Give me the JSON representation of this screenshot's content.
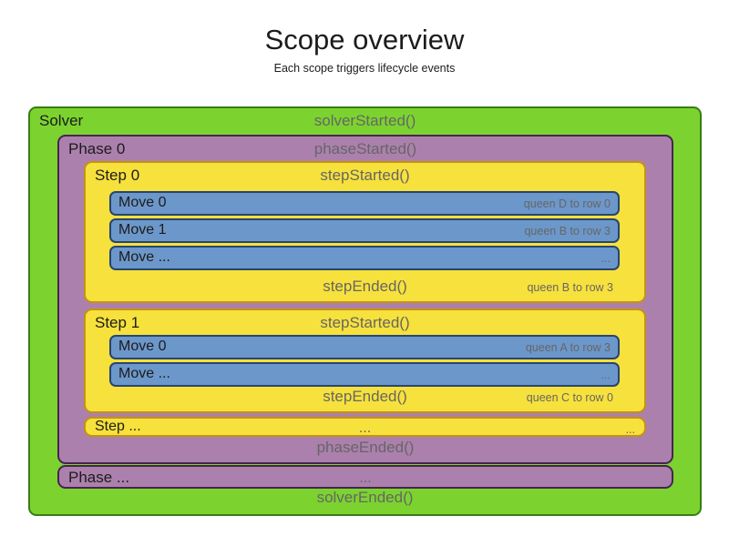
{
  "title": "Scope overview",
  "subtitle": "Each scope triggers lifecycle events",
  "solver": {
    "label": "Solver",
    "started": "solverStarted()",
    "ended": "solverEnded()",
    "phases": [
      {
        "label": "Phase 0",
        "started": "phaseStarted()",
        "ended": "phaseEnded()",
        "steps": [
          {
            "label": "Step 0",
            "started": "stepStarted()",
            "ended": "stepEnded()",
            "ended_note": "queen B to row 3",
            "moves": [
              {
                "label": "Move 0",
                "note": "queen D to row 0"
              },
              {
                "label": "Move 1",
                "note": "queen B to row 3"
              },
              {
                "label": "Move ...",
                "note": "..."
              }
            ]
          },
          {
            "label": "Step 1",
            "started": "stepStarted()",
            "ended": "stepEnded()",
            "ended_note": "queen C to row 0",
            "moves": [
              {
                "label": "Move 0",
                "note": "queen A to row 3"
              },
              {
                "label": "Move ...",
                "note": "..."
              }
            ]
          },
          {
            "label": "Step ...",
            "center": "...",
            "right": "..."
          }
        ]
      },
      {
        "label": "Phase ...",
        "center": "..."
      }
    ]
  },
  "colors": {
    "solver-fill": "#7CD32F",
    "solver-border": "#377D15",
    "phase-fill": "#AC80AD",
    "phase-border": "#46244F",
    "step-fill": "#F7E13C",
    "step-border": "#C49310",
    "move-fill": "#6C97CA",
    "move-border": "#27456F",
    "label-text": "#1C1C1C",
    "event-text": "#666666"
  }
}
